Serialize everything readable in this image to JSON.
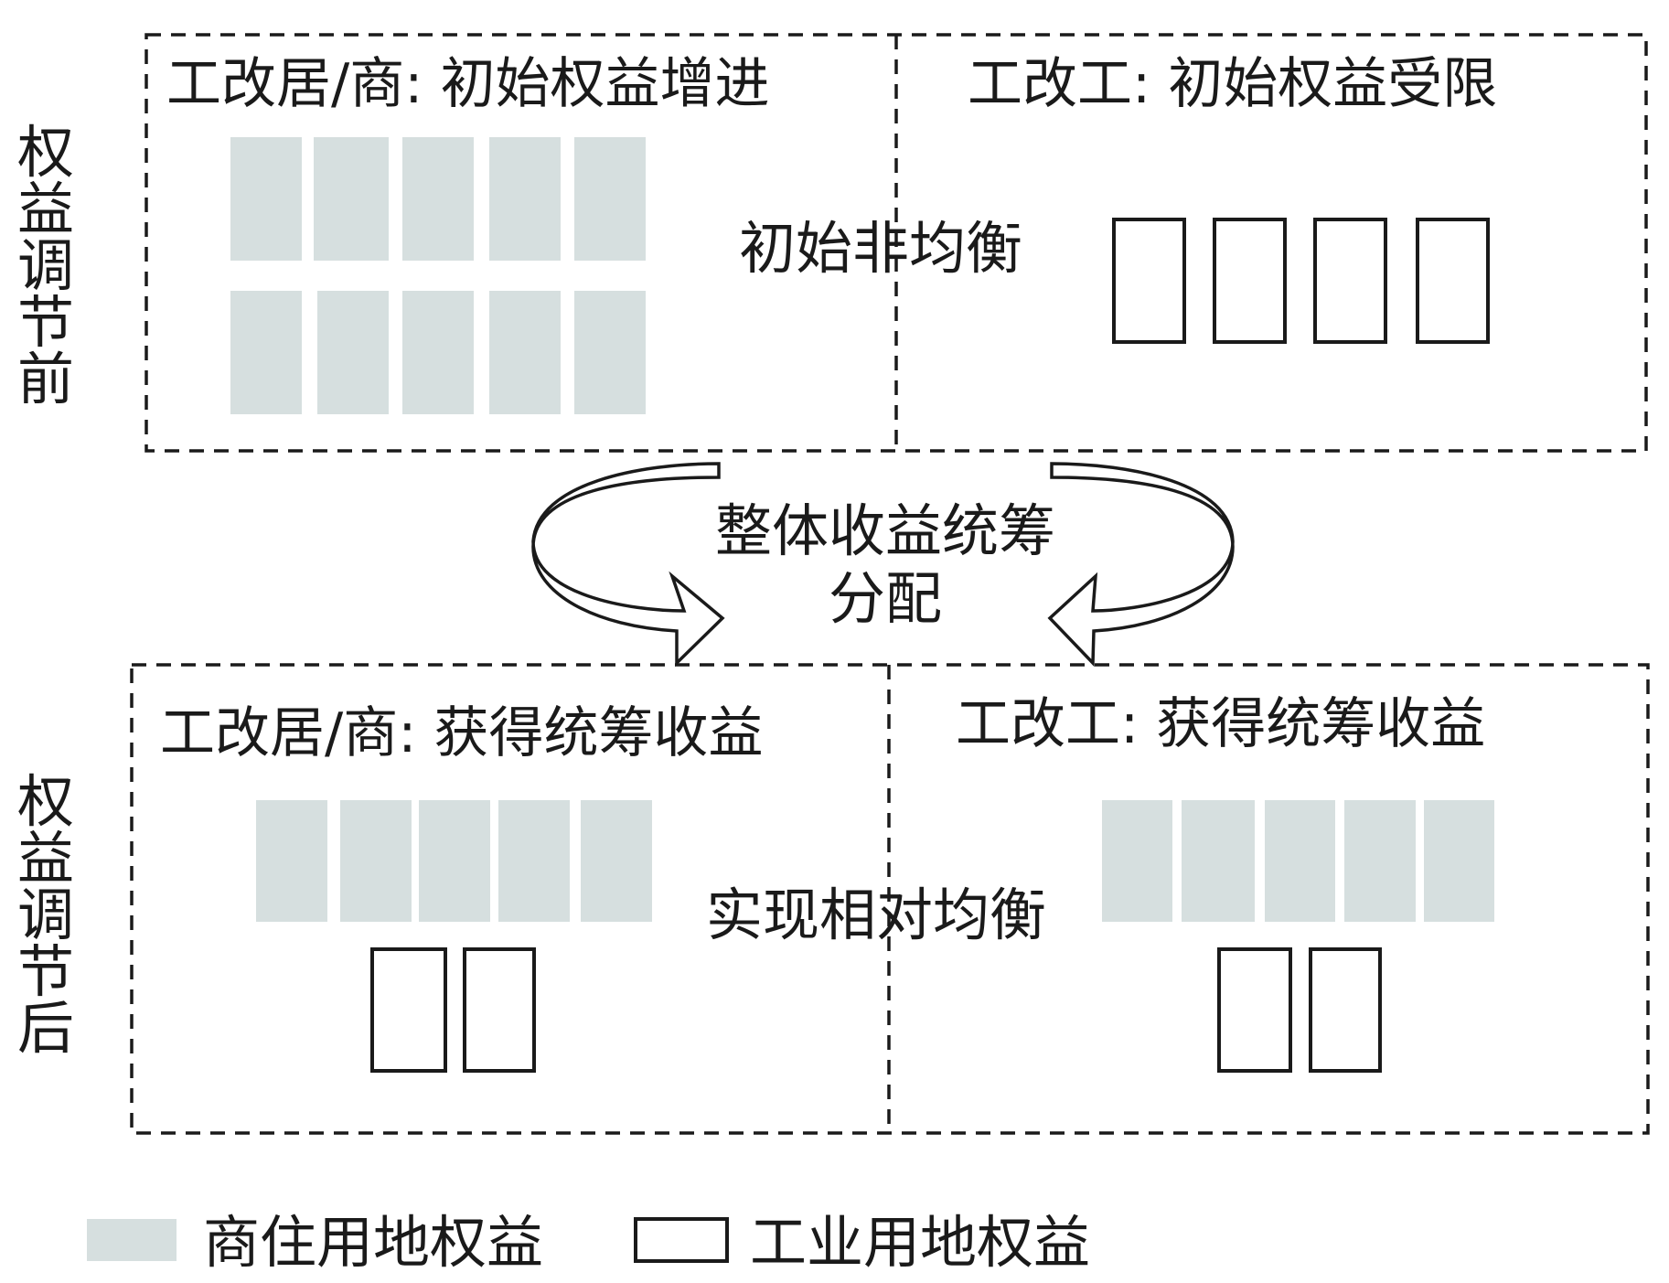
{
  "before": {
    "side_label": [
      "权",
      "益",
      "调",
      "节",
      "前"
    ],
    "left_title": "工改居/商: 初始权益增进",
    "right_title": "工改工: 初始权益受限",
    "center_label": "初始非均衡"
  },
  "middle": {
    "label_line1": "整体收益统筹",
    "label_line2": "分配"
  },
  "after": {
    "side_label": [
      "权",
      "益",
      "调",
      "节",
      "后"
    ],
    "left_title": "工改居/商: 获得统筹收益",
    "right_title": "工改工: 获得统筹收益",
    "center_label": "实现相对均衡"
  },
  "legend": {
    "commercial_label": "商住用地权益",
    "industrial_label": "工业用地权益"
  },
  "colors": {
    "commercial_fill": "#d6dfdf",
    "line": "#1a1a1a"
  }
}
